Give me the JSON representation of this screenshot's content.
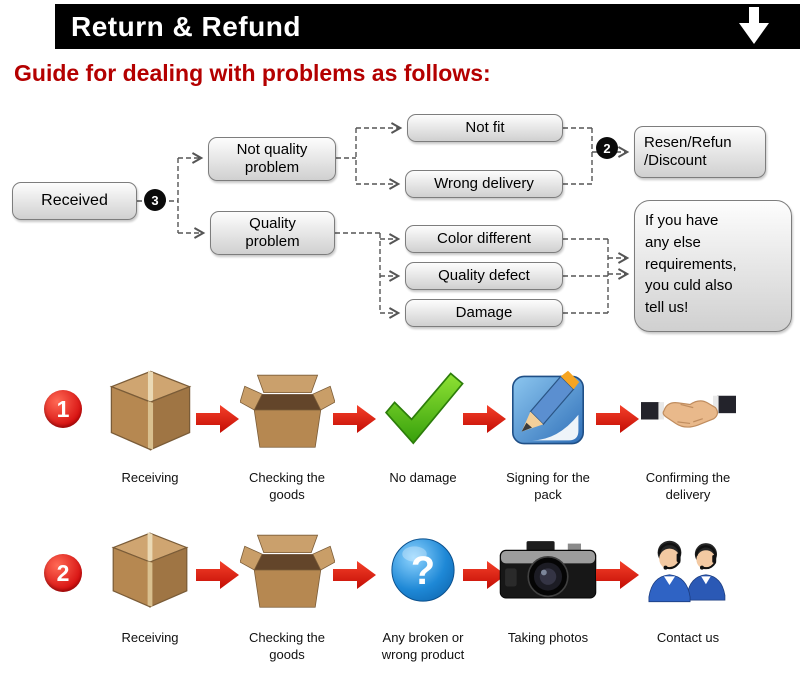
{
  "header": {
    "title": "Return & Refund"
  },
  "heading": "Guide for dealing with problems as follows:",
  "flowchart": {
    "received": "Received",
    "received_badge": "3",
    "branch_not_quality": "Not quality problem",
    "branch_quality": "Quality problem",
    "not_fit": "Not fit",
    "wrong_delivery": "Wrong delivery",
    "outcome_badge": "2",
    "outcome_line1": "Resen/Refun",
    "outcome_line2": "/Discount",
    "color_different": "Color different",
    "quality_defect": "Quality defect",
    "damage": "Damage",
    "note_lines": [
      "If you have",
      "any else",
      "requirements,",
      "you culd also",
      "tell us!"
    ]
  },
  "process": {
    "rows": [
      {
        "number": "1",
        "labels": [
          "Receiving",
          "Checking the goods",
          "No damage",
          "Signing for the pack",
          "Confirming the delivery"
        ]
      },
      {
        "number": "2",
        "labels": [
          "Receiving",
          "Checking the goods",
          "Any broken or wrong product",
          "Taking photos",
          "Contact us"
        ]
      }
    ]
  },
  "icons": {
    "header_arrow": "down-arrow-icon",
    "step_arrow": "red-right-arrow-icon",
    "row1": [
      "closed-box-icon",
      "open-box-icon",
      "check-icon",
      "signing-icon",
      "handshake-icon"
    ],
    "row2": [
      "closed-box-icon",
      "open-box-icon",
      "question-icon",
      "camera-icon",
      "support-agents-icon"
    ]
  },
  "colors": {
    "header_bg": "#000000",
    "heading_red": "#b40000",
    "arrow_red": "#dd1010",
    "box_border": "#7d7d7d",
    "badge_black": "#0b0b0b"
  }
}
